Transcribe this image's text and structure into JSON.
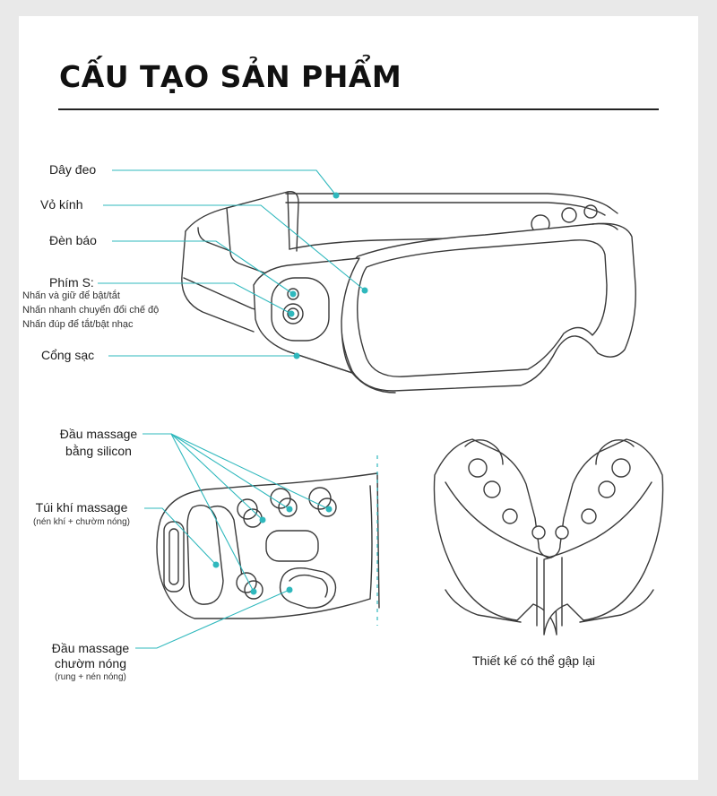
{
  "title": "CẤU TẠO SẢN PHẨM",
  "labels": {
    "strap": "Dây đeo",
    "shell": "Vỏ kính",
    "indicator": "Đèn báo",
    "key_title": "Phím S:",
    "key_line1": "Nhấn và giữ để bật/tắt",
    "key_line2": "Nhấn nhanh chuyển đổi chế độ",
    "key_line3": "Nhấn đúp để tắt/bật nhạc",
    "charge_port": "Cổng sạc",
    "silicone_l1": "Đầu massage",
    "silicone_l2": "bằng silicon",
    "airbag_title": "Túi khí massage",
    "airbag_sub": "(nén khí + chườm nóng)",
    "heated_l1": "Đầu massage",
    "heated_l2": "chườm nóng",
    "heated_sub": "(rung + nén nóng)",
    "foldable": "Thiết kế có thể gập lại"
  },
  "colors": {
    "leader": "#2fb8bd",
    "line_art": "#3a3a3a",
    "title": "#111111"
  }
}
